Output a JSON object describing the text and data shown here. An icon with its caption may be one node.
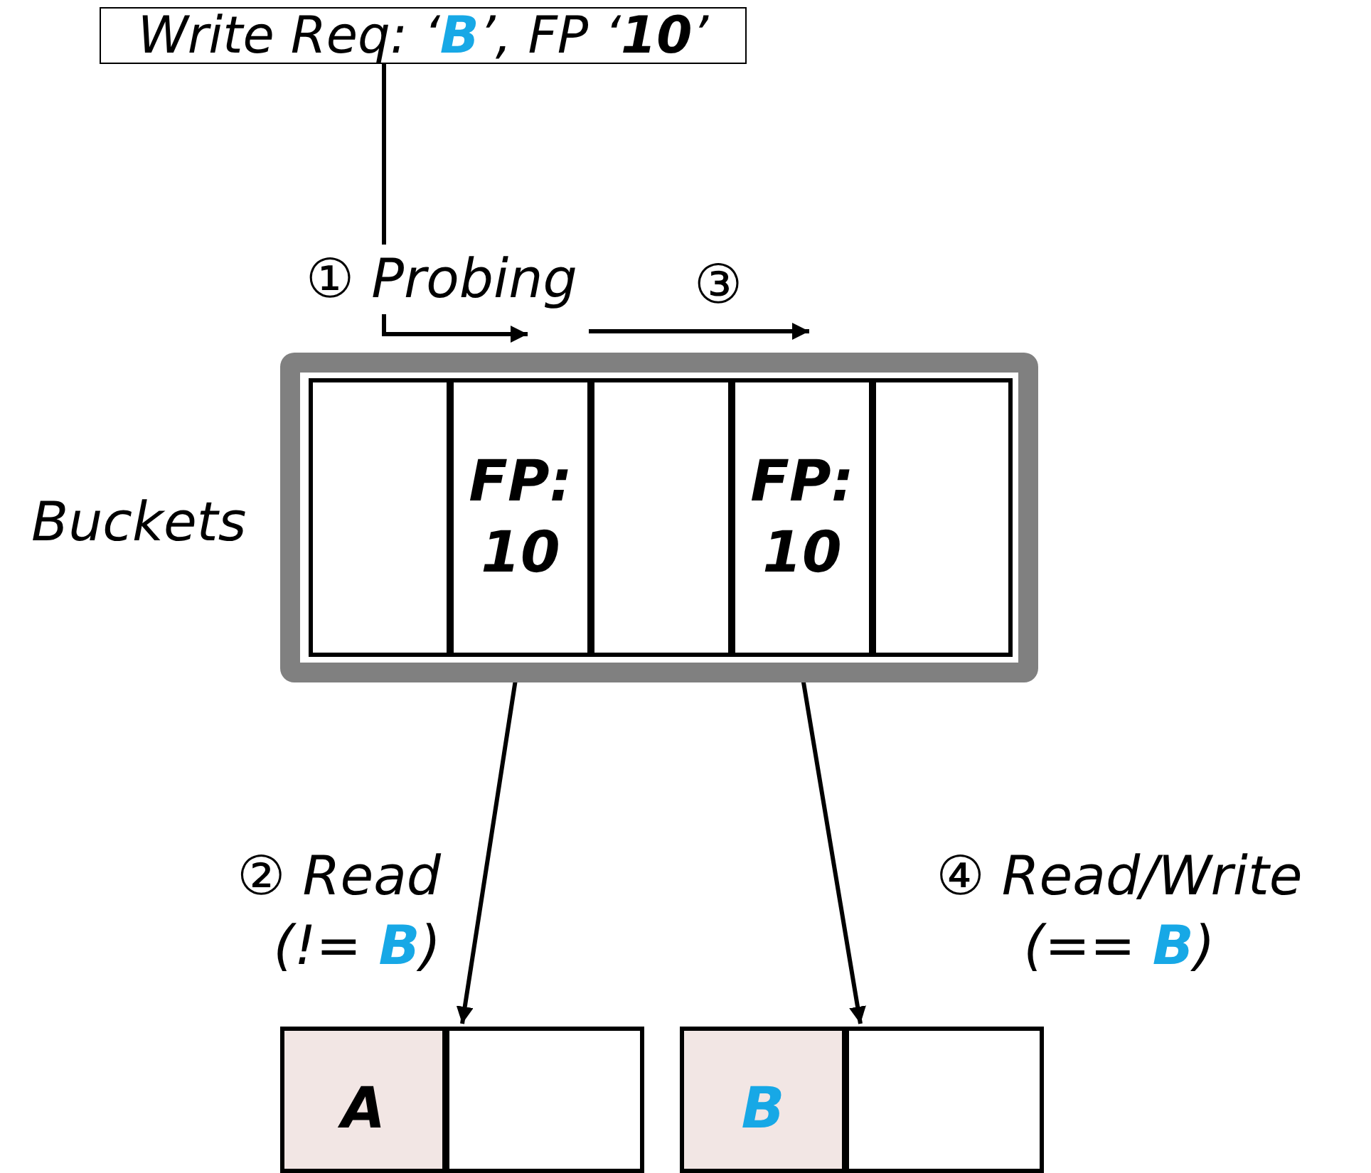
{
  "diagram": {
    "nodes": [
      {
        "text": [
          "Write Req: ‘**B**’, FP ‘**10**’"
        ]
      },
      {
        "text": [],
        "shape": "box",
        "beside": [
          "Buckets"
        ]
      },
      {
        "text": [],
        "shape": "box",
        "in": 1
      },
      {
        "text": [
          "FP: 10"
        ],
        "in": 1
      },
      {
        "text": [],
        "shape": "box",
        "in": 1
      },
      {
        "text": [
          "FP: 10"
        ],
        "in": 1
      },
      {
        "text": [],
        "shape": "box",
        "in": 1
      },
      {
        "text": [
          "A"
        ]
      },
      {
        "text": [],
        "shape": "box"
      },
      {
        "text": [
          "B"
        ]
      },
      {
        "text": [],
        "shape": "box"
      }
    ],
    "edges": [
      {
        "from": 0,
        "to": 3,
        "arrow": "to",
        "label": "① Probing"
      },
      {
        "from": 3,
        "to": 5,
        "arrow": "to",
        "label": "③"
      },
      {
        "from": 3,
        "to": 7,
        "arrow": "to",
        "label": "② Read (!= **B**)"
      },
      {
        "from": 5,
        "to": 9,
        "arrow": "to",
        "label": "④ Read/Write (== **B**)"
      }
    ]
  }
}
